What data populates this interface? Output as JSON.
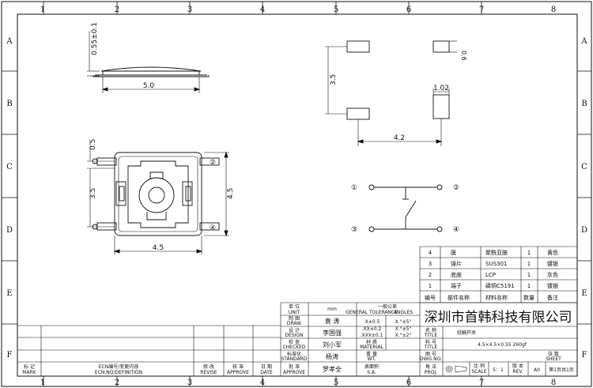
{
  "frame": {
    "columns": [
      "1",
      "2",
      "3",
      "4",
      "5",
      "6",
      "7",
      "8"
    ],
    "rows": [
      "A",
      "B",
      "C",
      "D",
      "E",
      "F"
    ]
  },
  "dims": {
    "side_height": "0.55±0.1",
    "side_width": "5.0",
    "top_offset": "0.5",
    "top_pitch": "3.5",
    "top_height": "4.5",
    "top_width": "4.5",
    "pad_pitch": "3.5",
    "pad_small": "0.6",
    "pad_width": "1.02",
    "pad_span": "4.2"
  },
  "pins": [
    "①",
    "②",
    "③",
    "④"
  ],
  "bom": {
    "rows": [
      {
        "no": "4",
        "name": "膜",
        "material": "聚酰亚胺",
        "qty": "1",
        "note": "黄色"
      },
      {
        "no": "3",
        "name": "弹片",
        "material": "SUS301",
        "qty": "1",
        "note": "镀银"
      },
      {
        "no": "2",
        "name": "底座",
        "material": "LCP",
        "qty": "1",
        "note": "灰色"
      },
      {
        "no": "1",
        "name": "端子",
        "material": "磷铜C5191",
        "qty": "1",
        "note": "镀银"
      }
    ],
    "header": {
      "no": "编号",
      "name": "部件名称",
      "material": "材料名称",
      "qty": "数量",
      "note": "备注"
    }
  },
  "title_block": {
    "unit_label": "单 位",
    "unit_label_en": "UNIT",
    "unit_value": "mm",
    "tolerance_title": "一般公差",
    "tolerance_sub": "GENERAL TOLERANCE",
    "angles": "ANGLES",
    "tol1": ".X±0.5",
    "tol2": ".XX±0.2",
    "tol3": ".XXX±0.1",
    "ang1": "X.°±5°",
    "ang2": "X.°±5°",
    "ang3": "X.°±2°",
    "draw_label": "制 图",
    "draw_label_en": "DRAW",
    "draw_name": "袁 涛",
    "design_label": "设 计",
    "design_label_en": "DESIGN",
    "design_name": "李国强",
    "check_label": "检 查",
    "check_label_en": "CHECKED",
    "check_name": "刘小军",
    "std_label": "标准化",
    "std_label_en": "STANDARD",
    "std_name": "杨涛",
    "approve_label": "批 准",
    "approve_label_en": "APPROVE",
    "approve_name": "罗孝全",
    "weight_label": "重 量",
    "weight_label_en": "WT.",
    "material_label": "材 质",
    "material_label_en": "MATERIAL",
    "surface_label": "表面积",
    "surface_label_en": "S.A.",
    "company": "深圳市首韩科技有限公司",
    "name_label": "名 称",
    "name_label_en": "TITLE",
    "name_value": "轻触开关",
    "spec_label": "料 号",
    "spec_label_en": "TITLE",
    "spec_value": "4.5×4.5×0.55  260gf",
    "dwg_label": "图 号",
    "dwg_label_en": "DWG.NO.",
    "proj_label": "角 法",
    "proj_label_en": "PROJ.",
    "scale_label": "比 例",
    "scale_label_en": "SCALE",
    "scale_value": "5：1",
    "rev_label": "版 本",
    "rev_label_en": "REV.",
    "rev_value": "A0",
    "sheet_label": "张 数",
    "sheet_label_en": "SHEET",
    "sheet_value": "第1页共1页",
    "mark_label": "标 记",
    "mark_label_en": "MARK",
    "ecn_label": "ECN编号/变更内容",
    "ecn_label_en": "ECN.NO/DEFINITION",
    "revise_label": "修 改",
    "revise_label_en": "REVISE",
    "approve2_label": "核 准",
    "approve2_label_en": "APPROVE",
    "date_label": "日 期",
    "date_label_en": "DATE"
  }
}
